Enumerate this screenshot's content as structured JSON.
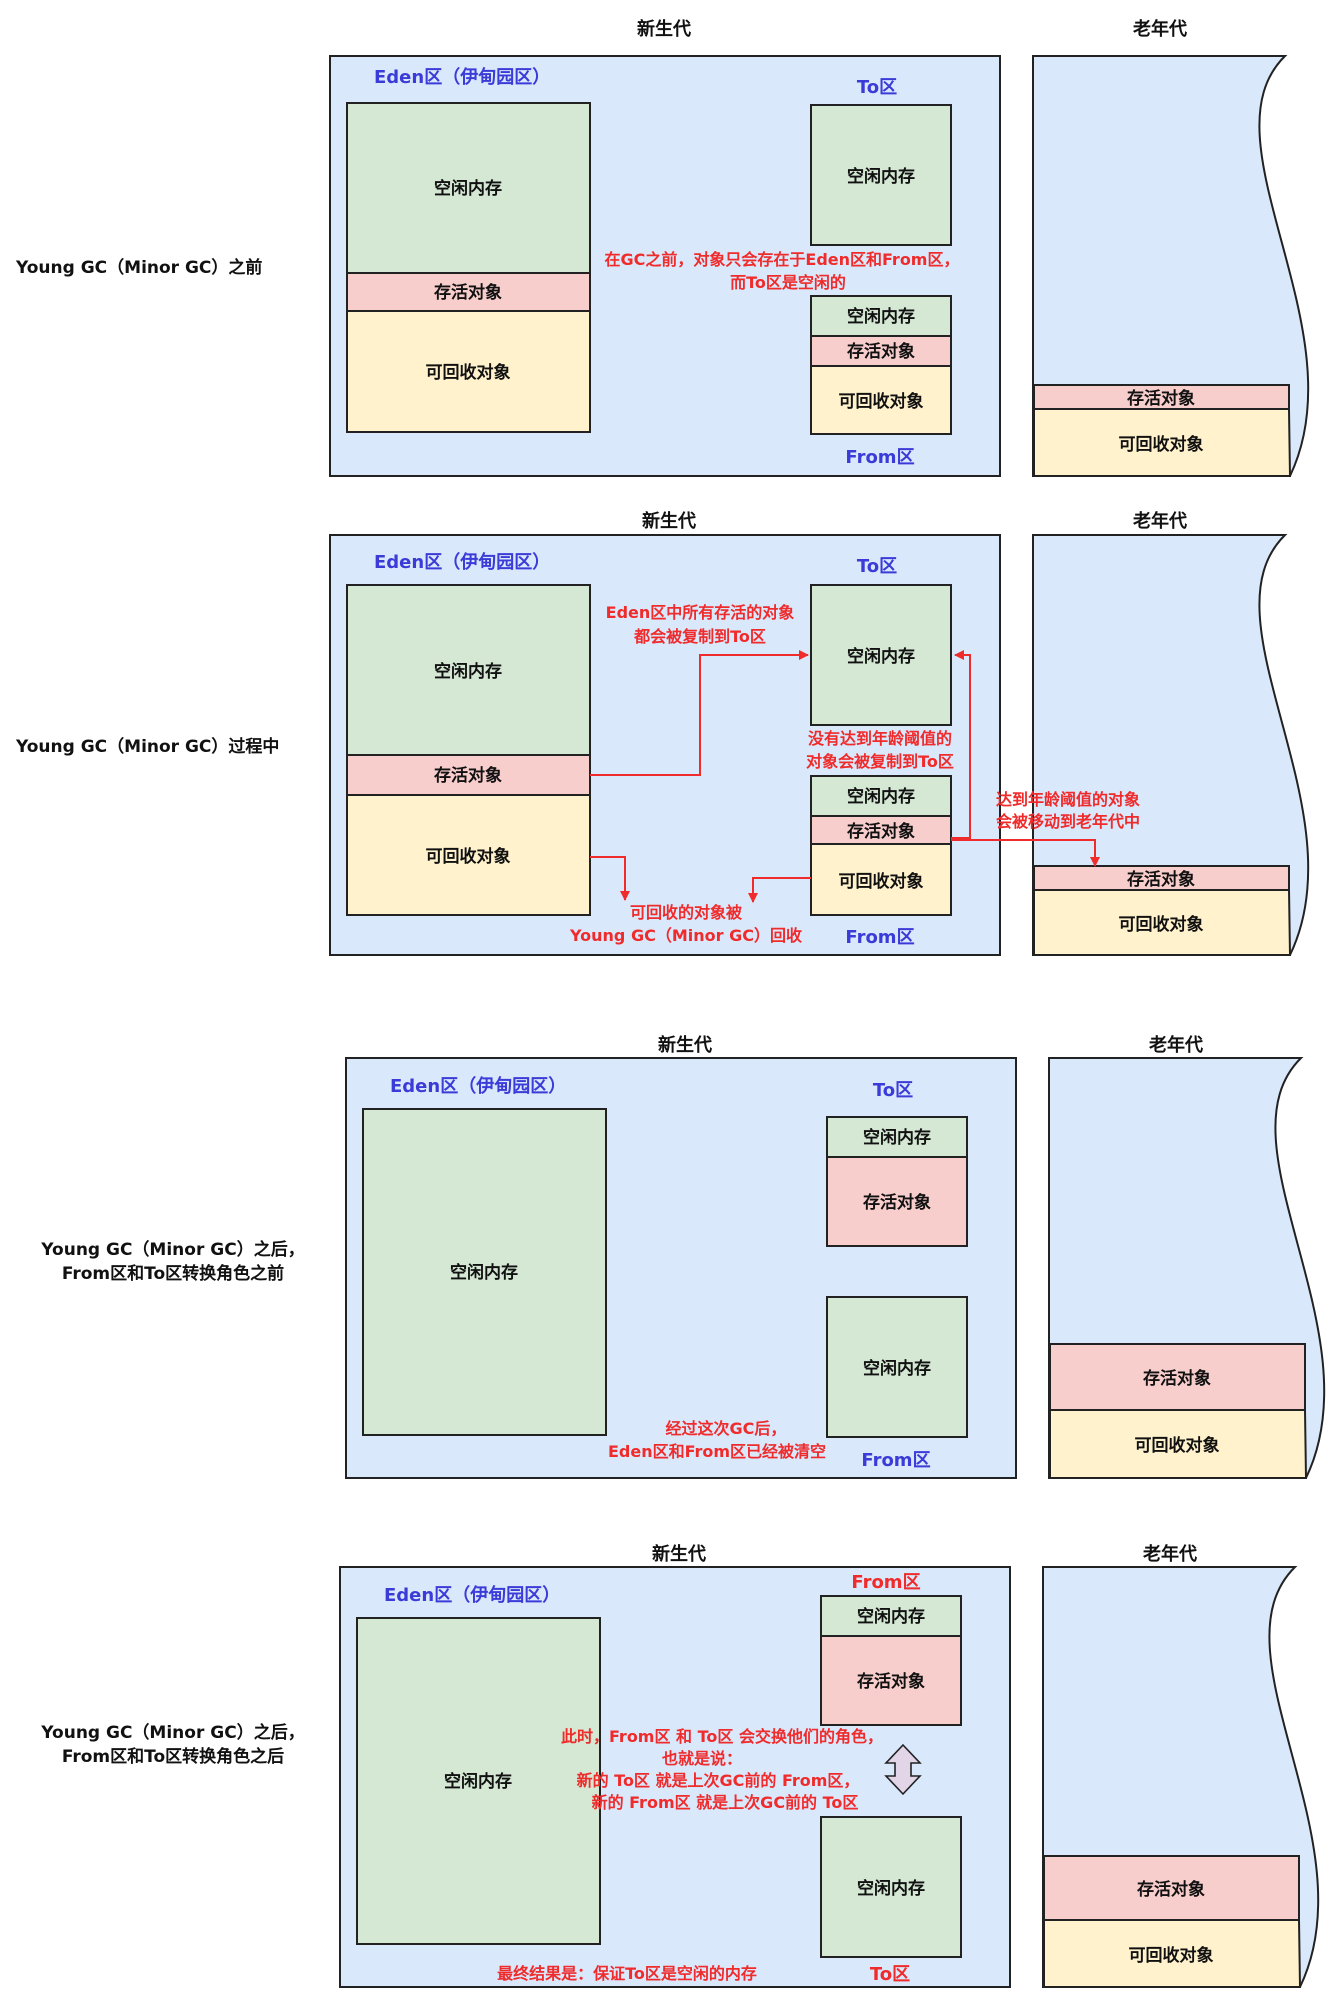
{
  "labels": {
    "young_gen": "新生代",
    "old_gen": "老年代",
    "eden": "Eden区（伊甸园区）",
    "to_area": "To区",
    "from_area": "From区",
    "free_mem": "空闲内存",
    "live_obj": "存活对象",
    "garbage_obj": "可回收对象"
  },
  "stages": {
    "before": {
      "title": "Young GC（Minor GC）之前"
    },
    "during": {
      "title": "Young GC（Minor GC）过程中"
    },
    "after_before_swap": {
      "title_line1": "Young GC（Minor GC）之后，",
      "title_line2": "From区和To区转换角色之前"
    },
    "after_swap": {
      "title_line1": "Young GC（Minor GC）之后，",
      "title_line2": "From区和To区转换角色之后"
    }
  },
  "notes": {
    "before_1": "在GC之前，对象只会存在于Eden区和From区，",
    "before_2": "而To区是空闲的",
    "eden_copy_1": "Eden区中所有存活的对象",
    "eden_copy_2": "都会被复制到To区",
    "age_1": "没有达到年龄阈值的",
    "age_2": "对象会被复制到To区",
    "promote_1": "达到年龄阈值的对象",
    "promote_2": "会被移动到老年代中",
    "collect_1": "可回收的对象被",
    "collect_2": "Young GC（Minor GC）回收",
    "cleared_1": "经过这次GC后，",
    "cleared_2": "Eden区和From区已经被清空",
    "swap_1": "此时，From区 和 To区 会交换他们的角色，",
    "swap_2": "也就是说：",
    "swap_3": "新的 To区 就是上次GC前的 From区，",
    "swap_4": "新的 From区 就是上次GC前的 To区",
    "final": "最终结果是：保证To区是空闲的内存"
  },
  "colors": {
    "generation_bg": "#dae8fc",
    "free_memory": "#d5e8d4",
    "live_objects": "#f8cecc",
    "garbage_objects": "#fff2cc",
    "annotation_red": "#ef2b2b",
    "region_label_blue": "#3b3bd8",
    "swap_arrow_fill": "#e1d5e7"
  }
}
